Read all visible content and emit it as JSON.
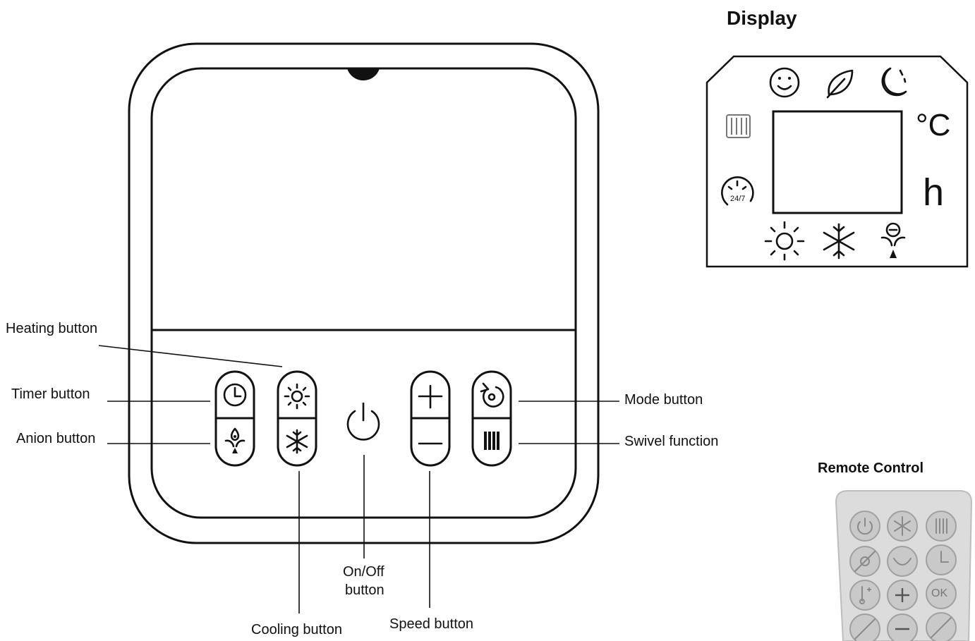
{
  "labels": {
    "heating": "Heating button",
    "timer": "Timer button",
    "anion": "Anion button",
    "mode": "Mode button",
    "swivel": "Swivel function",
    "onoff_line1": "On/Off",
    "onoff_line2": "button",
    "cooling": "Cooling button",
    "speed": "Speed button"
  },
  "display": {
    "title": "Display",
    "unit_celsius": "°C",
    "unit_hours": "h",
    "badge_247": "24/7"
  },
  "remote": {
    "title": "Remote Control",
    "ok_label": "OK"
  },
  "icons": {
    "panel": [
      "timer-icon",
      "anion-icon",
      "sun-icon",
      "snowflake-icon",
      "power-icon",
      "plus-icon",
      "minus-icon",
      "mode-icon",
      "swivel-icon"
    ],
    "display": [
      "smile-icon",
      "leaf-icon",
      "moon-icon",
      "swivel-icon",
      "24-7-icon",
      "sun-icon",
      "snowflake-icon",
      "anion-icon"
    ],
    "remote": [
      "power-icon",
      "snowflake-icon",
      "swivel-icon",
      "no-heat-icon",
      "swing-icon",
      "timer-icon",
      "thermometer-icon",
      "plus-icon",
      "ok-icon",
      "no-fan-icon",
      "minus-icon",
      "24-7-icon"
    ]
  }
}
